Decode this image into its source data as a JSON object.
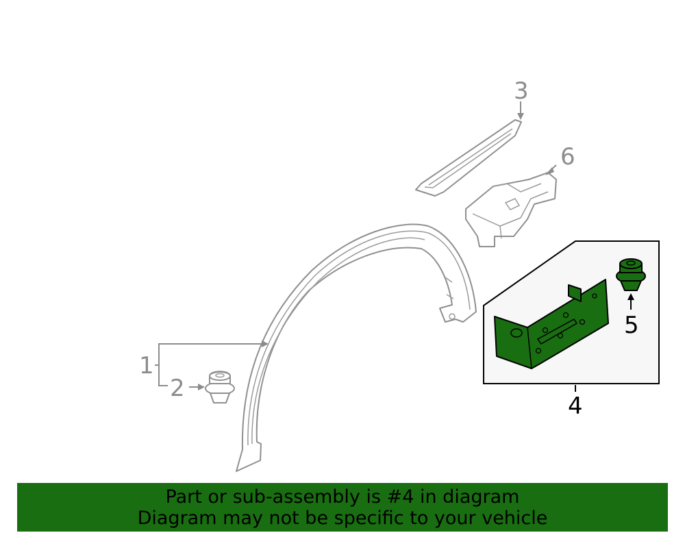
{
  "callouts": {
    "c1": "1",
    "c2": "2",
    "c3": "3",
    "c4": "4",
    "c5": "5",
    "c6": "6"
  },
  "banner": {
    "line1": "Part or sub-assembly is #4 in diagram",
    "line2": "Diagram may not be specific to your vehicle"
  },
  "colors": {
    "highlight": "#1a6e12",
    "outline": "#8c8c8c",
    "banner_bg": "#1a6e12"
  }
}
